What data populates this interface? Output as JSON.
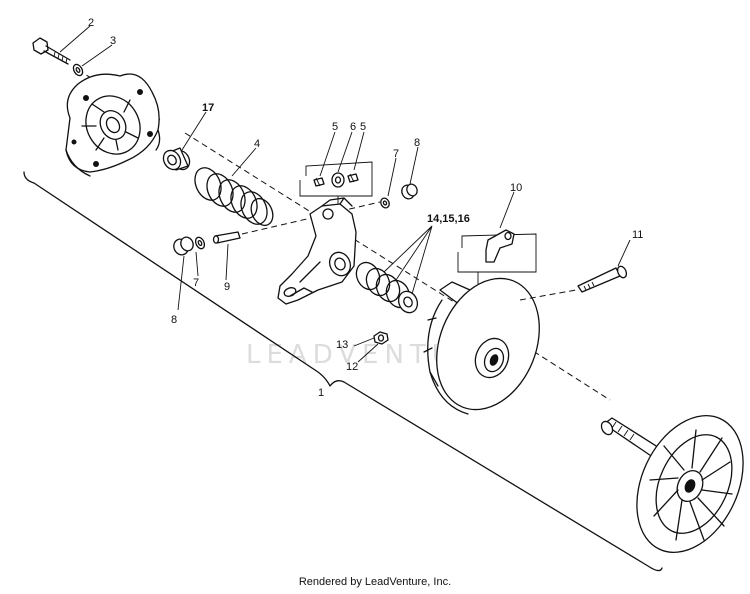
{
  "watermark": "LEADVENTURE",
  "credit": "Rendered by LeadVenture, Inc.",
  "callouts": {
    "c1": "1",
    "c2": "2",
    "c3": "3",
    "c4": "4",
    "c5a": "5",
    "c5b": "5",
    "c6": "6",
    "c7a": "7",
    "c7b": "7",
    "c8a": "8",
    "c8b": "8",
    "c9": "9",
    "c10": "10",
    "c11": "11",
    "c12": "12",
    "c13": "13",
    "c14": "14,15,16",
    "c17": "17"
  }
}
